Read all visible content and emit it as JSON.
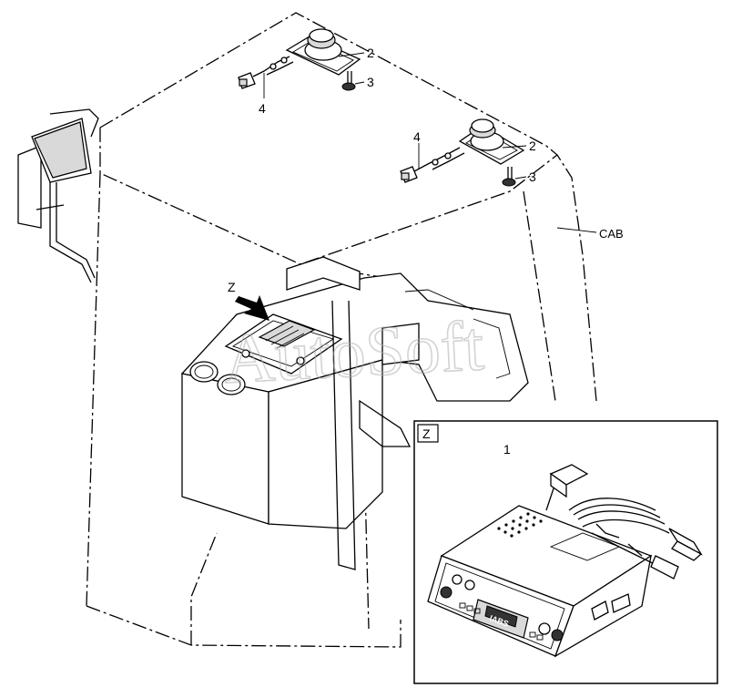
{
  "labels": {
    "cab": "CAB",
    "view_marker": "Z",
    "inset_tag": "Z",
    "callout_1": "1",
    "callout_2": "2",
    "callout_3": "3",
    "callout_4": "4"
  },
  "watermark": "AutoSoft",
  "radio_display": "IABS"
}
